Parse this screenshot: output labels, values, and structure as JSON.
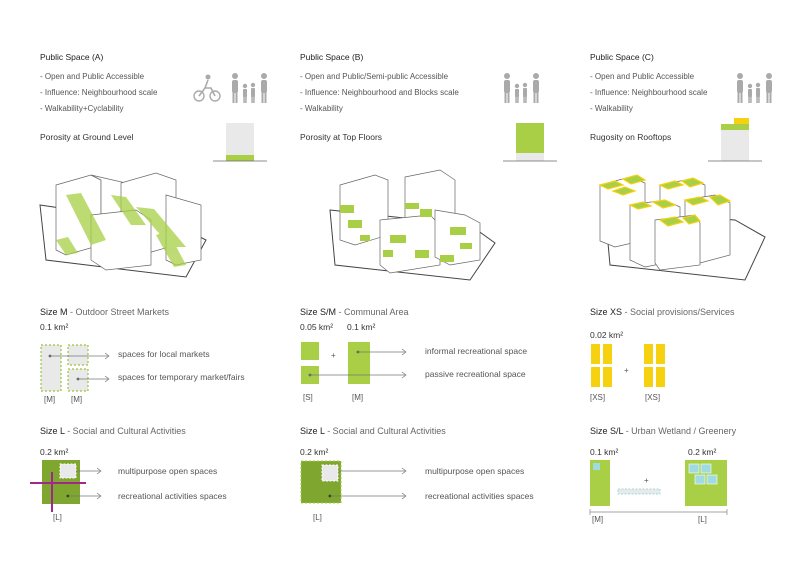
{
  "columns": [
    {
      "title": "Public Space (A)",
      "bullets": [
        "- Open and Public Accessible",
        "- Influence: Neighbourhood scale",
        "- Walkability+Cyclability"
      ],
      "porosity_label": "Porosity at Ground Level",
      "size1": {
        "head": "Size M",
        "rest": " - Outdoor Street Markets",
        "area": "0.1 km²",
        "labels": [
          "spaces for local markets",
          "spaces for temporary market/fairs"
        ],
        "tags": [
          "[M]",
          "[M]"
        ]
      },
      "size2": {
        "head": "Size L",
        "rest": " - Social and Cultural Activities",
        "area": "0.2 km²",
        "labels": [
          "multipurpose open spaces",
          "recreational activities spaces"
        ],
        "tags": [
          "[L]"
        ]
      }
    },
    {
      "title": "Public Space (B)",
      "bullets": [
        "- Open and Public/Semi-public Accessible",
        "- Influence: Neighbourhood and Blocks scale",
        "- Walkability"
      ],
      "porosity_label": "Porosity at Top Floors",
      "size1": {
        "head": "Size S/M",
        "rest": " - Communal Area",
        "areas": [
          "0.05 km²",
          "0.1 km²"
        ],
        "labels": [
          "informal recreational space",
          "passive recreational space"
        ],
        "tags": [
          "[S]",
          "[M]"
        ],
        "plus": "+"
      },
      "size2": {
        "head": "Size L",
        "rest": " - Social and Cultural Activities",
        "area": "0.2 km²",
        "labels": [
          "multipurpose open spaces",
          "recreational activities spaces"
        ],
        "tags": [
          "[L]"
        ]
      }
    },
    {
      "title": "Public Space (C)",
      "bullets": [
        "- Open and Public Accessible",
        "- Influence: Neighbourhood scale",
        "- Walkability"
      ],
      "porosity_label": "Rugosity on Rooftops",
      "size1": {
        "head": "Size XS",
        "rest": " - Social provisions/Services",
        "area": "0.02 km²",
        "tags": [
          "[XS]",
          "[XS]"
        ],
        "plus": "+"
      },
      "size2": {
        "head": "Size S/L",
        "rest": " - Urban Wetland / Greenery",
        "areas": [
          "0.1 km²",
          "0.2 km²"
        ],
        "tags": [
          "[M]",
          "[L]"
        ],
        "plus": "+"
      }
    }
  ],
  "colors": {
    "green": "#a8cf45",
    "dark_green": "#7fa62e",
    "yellow": "#f5d10f",
    "purple": "#a0278c",
    "cyan": "#9fdbe0",
    "gray_fill": "#e9e9e9",
    "line": "#666666",
    "dash": "#9ac43c"
  },
  "icons": [
    "cyclist-icon",
    "family-icon",
    "family-icon",
    "family-icon"
  ]
}
